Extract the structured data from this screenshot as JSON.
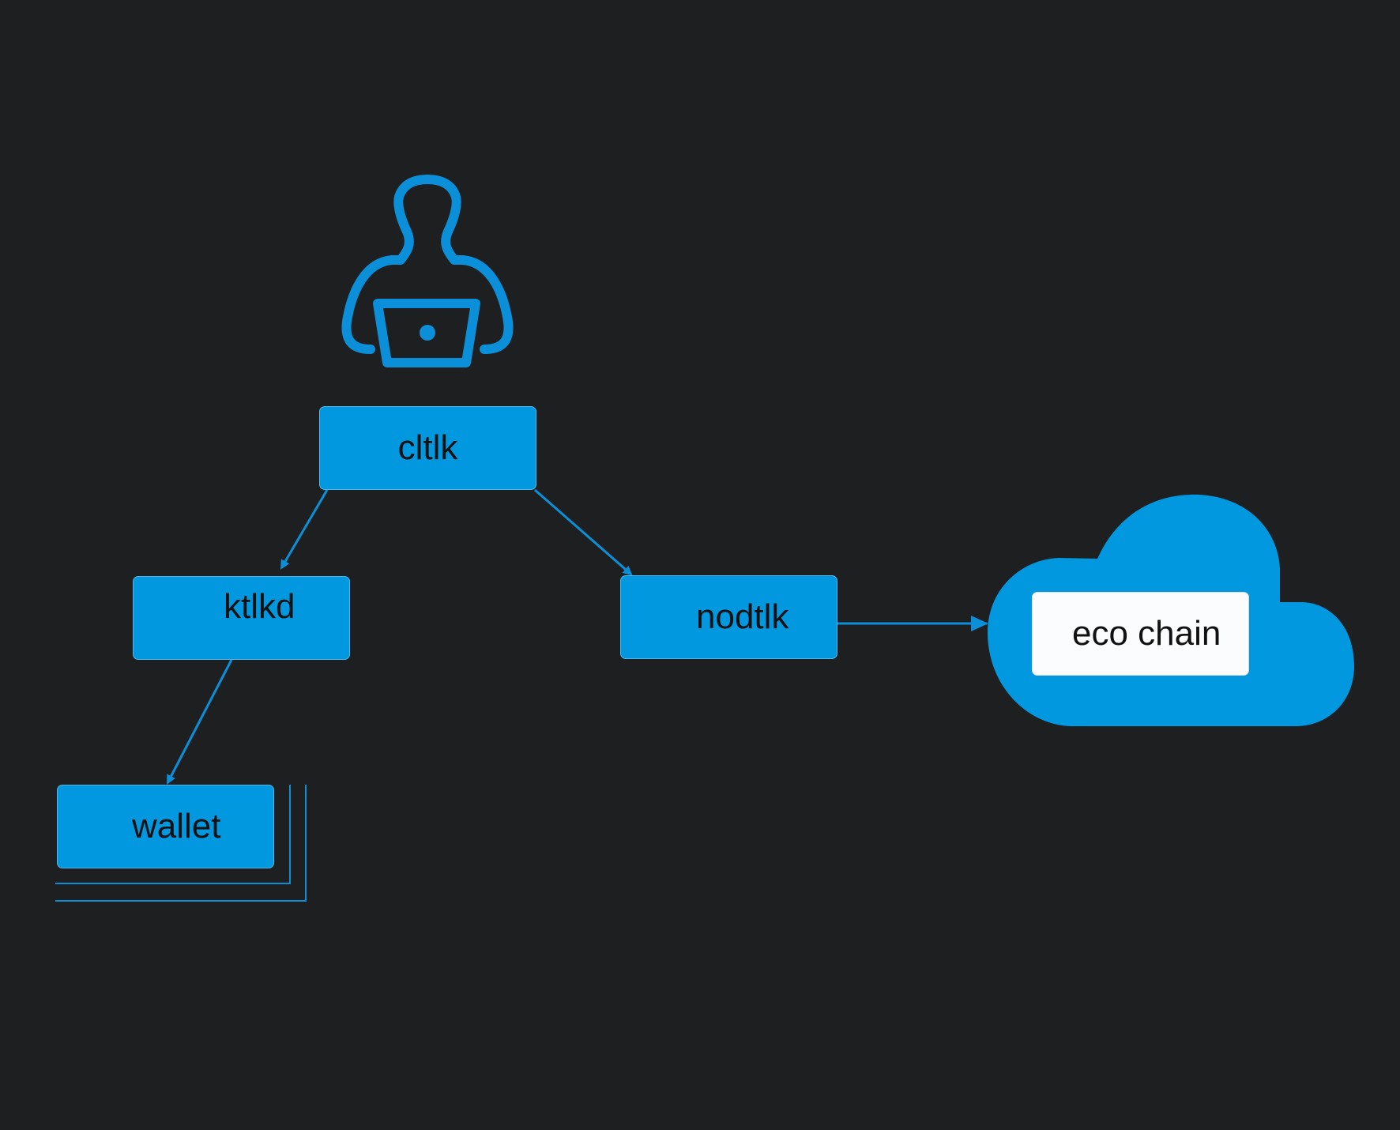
{
  "diagram": {
    "nodes": {
      "cltlk": "cltlk",
      "ktlkd": "ktlkd",
      "nodtlk": "nodtlk",
      "wallet": "wallet",
      "eco_chain": "eco chain"
    },
    "edges": [
      {
        "from": "cltlk",
        "to": "ktlkd"
      },
      {
        "from": "cltlk",
        "to": "nodtlk"
      },
      {
        "from": "ktlkd",
        "to": "wallet"
      },
      {
        "from": "nodtlk",
        "to": "eco_chain"
      }
    ],
    "icons": {
      "user": "user-laptop-icon",
      "cloud": "cloud-icon"
    },
    "colors": {
      "background": "#1e1f21",
      "accent": "#0298e0",
      "text": "#111111",
      "label_box": "#fbfcfd"
    }
  }
}
